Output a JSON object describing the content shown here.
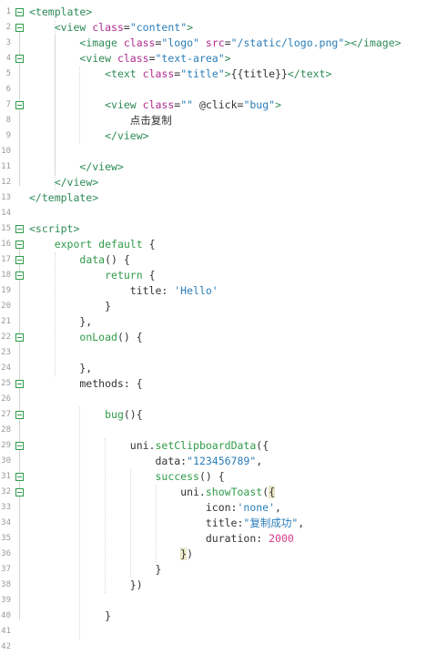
{
  "editor": {
    "lines": [
      {
        "n": "1",
        "parts": [
          {
            "t": "t",
            "v": "<template>"
          }
        ]
      },
      {
        "n": "2",
        "parts": [
          {
            "t": "p",
            "v": "    "
          },
          {
            "t": "t",
            "v": "<view "
          },
          {
            "t": "a",
            "v": "class"
          },
          {
            "t": "p",
            "v": "="
          },
          {
            "t": "s",
            "v": "\"content\""
          },
          {
            "t": "t",
            "v": ">"
          }
        ]
      },
      {
        "n": "3",
        "parts": [
          {
            "t": "p",
            "v": "        "
          },
          {
            "t": "t",
            "v": "<image "
          },
          {
            "t": "a",
            "v": "class"
          },
          {
            "t": "p",
            "v": "="
          },
          {
            "t": "s",
            "v": "\"logo\""
          },
          {
            "t": "p",
            "v": " "
          },
          {
            "t": "a",
            "v": "src"
          },
          {
            "t": "p",
            "v": "="
          },
          {
            "t": "s",
            "v": "\"/static/logo.png\""
          },
          {
            "t": "t",
            "v": "></image>"
          }
        ]
      },
      {
        "n": "4",
        "parts": [
          {
            "t": "p",
            "v": "        "
          },
          {
            "t": "t",
            "v": "<view "
          },
          {
            "t": "a",
            "v": "class"
          },
          {
            "t": "p",
            "v": "="
          },
          {
            "t": "s",
            "v": "\"text-area\""
          },
          {
            "t": "t",
            "v": ">"
          }
        ]
      },
      {
        "n": "5",
        "parts": [
          {
            "t": "p",
            "v": "            "
          },
          {
            "t": "t",
            "v": "<text "
          },
          {
            "t": "a",
            "v": "class"
          },
          {
            "t": "p",
            "v": "="
          },
          {
            "t": "s",
            "v": "\"title\""
          },
          {
            "t": "t",
            "v": ">"
          },
          {
            "t": "p",
            "v": "{{title}}"
          },
          {
            "t": "t",
            "v": "</text>"
          }
        ]
      },
      {
        "n": "6",
        "parts": []
      },
      {
        "n": "7",
        "parts": [
          {
            "t": "p",
            "v": "            "
          },
          {
            "t": "t",
            "v": "<view "
          },
          {
            "t": "a",
            "v": "class"
          },
          {
            "t": "p",
            "v": "="
          },
          {
            "t": "s",
            "v": "\"\""
          },
          {
            "t": "p",
            "v": " @click="
          },
          {
            "t": "s",
            "v": "\"bug\""
          },
          {
            "t": "t",
            "v": ">"
          }
        ]
      },
      {
        "n": "8",
        "parts": [
          {
            "t": "p",
            "v": "                点击复制"
          }
        ]
      },
      {
        "n": "9",
        "parts": [
          {
            "t": "p",
            "v": "            "
          },
          {
            "t": "t",
            "v": "</view>"
          }
        ]
      },
      {
        "n": "10",
        "parts": []
      },
      {
        "n": "11",
        "parts": [
          {
            "t": "p",
            "v": "        "
          },
          {
            "t": "t",
            "v": "</view>"
          }
        ]
      },
      {
        "n": "12",
        "parts": [
          {
            "t": "p",
            "v": "    "
          },
          {
            "t": "t",
            "v": "</view>"
          }
        ]
      },
      {
        "n": "13",
        "parts": [
          {
            "t": "t",
            "v": "</template>"
          }
        ]
      },
      {
        "n": "14",
        "parts": []
      },
      {
        "n": "15",
        "parts": [
          {
            "t": "t",
            "v": "<script>"
          }
        ]
      },
      {
        "n": "16",
        "parts": [
          {
            "t": "p",
            "v": "    "
          },
          {
            "t": "kw",
            "v": "export default"
          },
          {
            "t": "p",
            "v": " {"
          }
        ]
      },
      {
        "n": "17",
        "parts": [
          {
            "t": "p",
            "v": "        "
          },
          {
            "t": "fn",
            "v": "data"
          },
          {
            "t": "p",
            "v": "() {"
          }
        ]
      },
      {
        "n": "18",
        "parts": [
          {
            "t": "p",
            "v": "            "
          },
          {
            "t": "kw",
            "v": "return"
          },
          {
            "t": "p",
            "v": " {"
          }
        ]
      },
      {
        "n": "19",
        "parts": [
          {
            "t": "p",
            "v": "                title: "
          },
          {
            "t": "str",
            "v": "'Hello'"
          }
        ]
      },
      {
        "n": "20",
        "parts": [
          {
            "t": "p",
            "v": "            }"
          }
        ]
      },
      {
        "n": "21",
        "parts": [
          {
            "t": "p",
            "v": "        },"
          }
        ]
      },
      {
        "n": "22",
        "parts": [
          {
            "t": "p",
            "v": "        "
          },
          {
            "t": "fn",
            "v": "onLoad"
          },
          {
            "t": "p",
            "v": "() {"
          }
        ]
      },
      {
        "n": "23",
        "parts": []
      },
      {
        "n": "24",
        "parts": [
          {
            "t": "p",
            "v": "        },"
          }
        ]
      },
      {
        "n": "25",
        "parts": [
          {
            "t": "p",
            "v": "        methods: {"
          }
        ]
      },
      {
        "n": "26",
        "parts": []
      },
      {
        "n": "27",
        "parts": [
          {
            "t": "p",
            "v": "            "
          },
          {
            "t": "fn",
            "v": "bug"
          },
          {
            "t": "p",
            "v": "(){"
          }
        ]
      },
      {
        "n": "28",
        "parts": []
      },
      {
        "n": "29",
        "parts": [
          {
            "t": "p",
            "v": "                uni."
          },
          {
            "t": "fn",
            "v": "setClipboardData"
          },
          {
            "t": "p",
            "v": "({"
          }
        ]
      },
      {
        "n": "30",
        "parts": [
          {
            "t": "p",
            "v": "                    data:"
          },
          {
            "t": "str",
            "v": "\"123456789\""
          },
          {
            "t": "p",
            "v": ","
          }
        ]
      },
      {
        "n": "31",
        "parts": [
          {
            "t": "p",
            "v": "                    "
          },
          {
            "t": "fn",
            "v": "success"
          },
          {
            "t": "p",
            "v": "() {"
          }
        ]
      },
      {
        "n": "32",
        "parts": [
          {
            "t": "p",
            "v": "                        uni."
          },
          {
            "t": "fn",
            "v": "showToast"
          },
          {
            "t": "p",
            "v": "("
          },
          {
            "t": "hl",
            "v": "{"
          }
        ]
      },
      {
        "n": "33",
        "parts": [
          {
            "t": "p",
            "v": "                            icon:"
          },
          {
            "t": "str",
            "v": "'none'"
          },
          {
            "t": "p",
            "v": ","
          }
        ]
      },
      {
        "n": "34",
        "parts": [
          {
            "t": "p",
            "v": "                            title:"
          },
          {
            "t": "str",
            "v": "\"复制成功\""
          },
          {
            "t": "p",
            "v": ","
          }
        ]
      },
      {
        "n": "35",
        "parts": [
          {
            "t": "p",
            "v": "                            duration: "
          },
          {
            "t": "num",
            "v": "2000"
          }
        ]
      },
      {
        "n": "36",
        "parts": [
          {
            "t": "p",
            "v": "                        "
          },
          {
            "t": "hl",
            "v": "}"
          },
          {
            "t": "p",
            "v": ")"
          }
        ]
      },
      {
        "n": "37",
        "parts": [
          {
            "t": "p",
            "v": "                    }"
          }
        ]
      },
      {
        "n": "38",
        "parts": [
          {
            "t": "p",
            "v": "                })"
          }
        ]
      },
      {
        "n": "39",
        "parts": []
      },
      {
        "n": "40",
        "parts": [
          {
            "t": "p",
            "v": "            }"
          }
        ]
      },
      {
        "n": "41",
        "parts": []
      },
      {
        "n": "42",
        "parts": []
      }
    ],
    "folds": [
      "1",
      "2",
      "4",
      "7",
      "15",
      "16",
      "17",
      "18",
      "22",
      "25",
      "27",
      "29",
      "31",
      "32"
    ]
  }
}
